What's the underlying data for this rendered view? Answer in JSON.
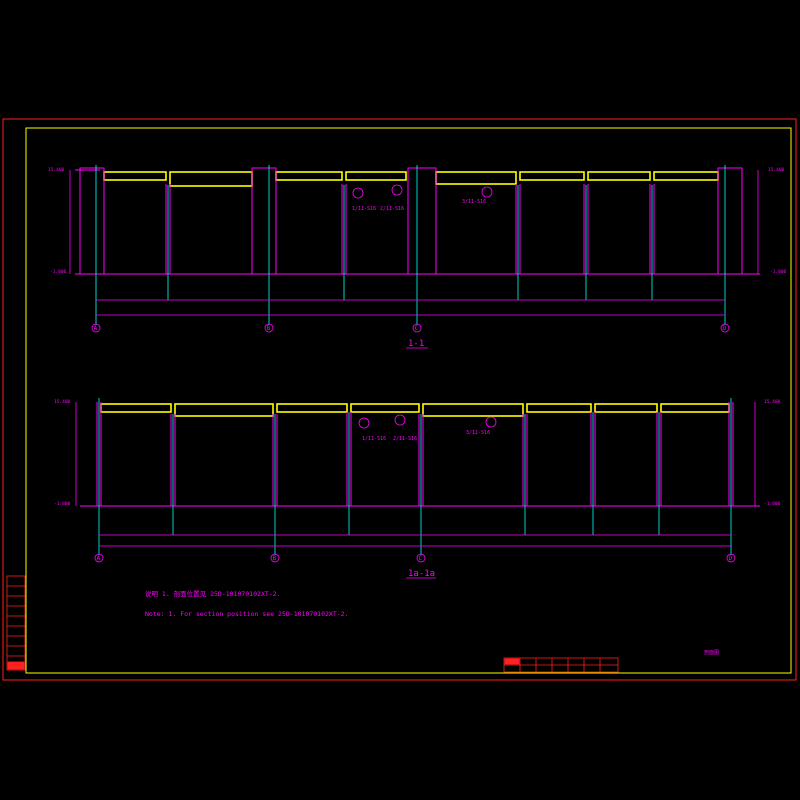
{
  "colors": {
    "background": "#000000",
    "outer_frame": "#ff2020",
    "inner_frame": "#ffff00",
    "beam": "#ffff00",
    "column": "#ff00ff",
    "axis": "#00ffff",
    "dimension": "#ff00ff",
    "note": "#ff00ff"
  },
  "section_1": {
    "title": "1-1",
    "axes": [
      "A",
      "B",
      "C",
      "D"
    ],
    "levels": [
      "15.400",
      "15.400",
      "-1.800",
      "-1.800"
    ],
    "detail_tags": [
      "1/11-S16",
      "2/11-S16",
      "3/11-S16"
    ]
  },
  "section_2": {
    "title": "1a-1a",
    "axes": [
      "A",
      "B",
      "C",
      "D"
    ],
    "levels": [
      "15.400",
      "15.400",
      "-1.800",
      "-1.800"
    ],
    "detail_tags": [
      "1/11-S16",
      "2/11-S16",
      "3/11-S16"
    ]
  },
  "notes": {
    "line1": "说明 1. 剖面位置见 25D-101070102XT-2.",
    "line2": "Note: 1. For section position see 25D-101070102XT-2."
  },
  "title_block": {
    "stamp": "剖面图"
  }
}
